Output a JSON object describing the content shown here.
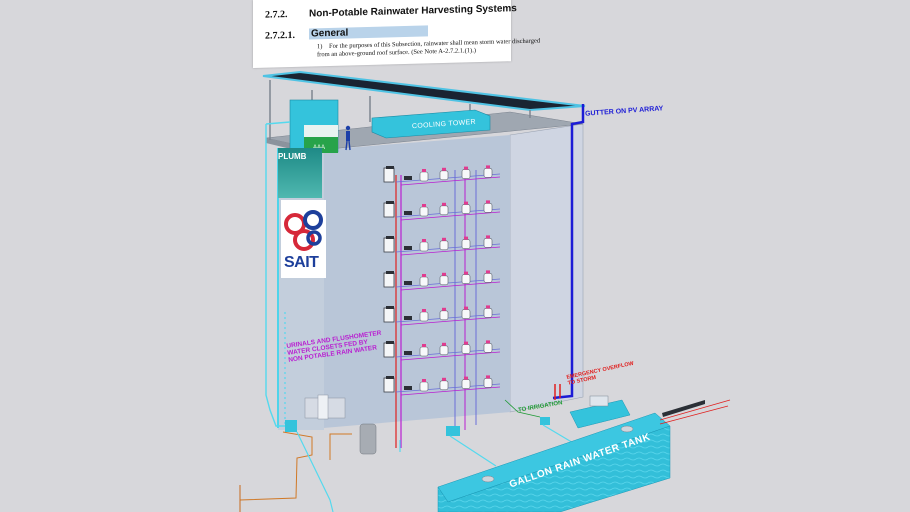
{
  "code_excerpt": {
    "section_number": "2.7.2.",
    "section_title": "Non-Potable Rainwater Harvesting Systems",
    "subsection_number": "2.7.2.1.",
    "subsection_title": "General",
    "clause_number": "1)",
    "clause_line1": "For the purposes of this Subsection, rainwater shall mean storm water discharged",
    "clause_line2": "from an above-ground roof surface. (See Note A-2.7.2.1.(1).)"
  },
  "labels": {
    "cooling_tower": "COOLING TOWER",
    "gutter": "GUTTER ON PV ARRAY",
    "urinals": [
      "URINALS AND FLUSHOMETER",
      "WATER CLOSETS FED BY",
      "NON POTABLE RAIN WATER"
    ],
    "to_irrigation": "TO IRRIGATION",
    "overflow": [
      "EMERGENCY OVERFLOW",
      "TO STORM"
    ],
    "tank": "GALLON RAIN WATER TANK",
    "plumb": "PLUMB",
    "sait_logo": "SAIT"
  },
  "colors": {
    "background": "#d7d7db",
    "wall": "#b9c6d8",
    "right_wall": "#cfd5e2",
    "roof": "#1a2432",
    "roof_edge": "#4fc3e4",
    "water_cyan": "#34c3dc",
    "tank_top": "#3cc7e1",
    "tank_front": "#29b6d6",
    "gutter_blue": "#1b1bd6",
    "pipe_red": "#e0201f",
    "pipe_magenta": "#b91fd1",
    "sait_red": "#d62839",
    "sait_blue": "#1d3f9b"
  },
  "icons": [
    "water-closet-icon",
    "urinal-icon",
    "lavatory-icon",
    "sait-logo-icon",
    "person-icon",
    "pump-icon",
    "water-meter-icon"
  ]
}
